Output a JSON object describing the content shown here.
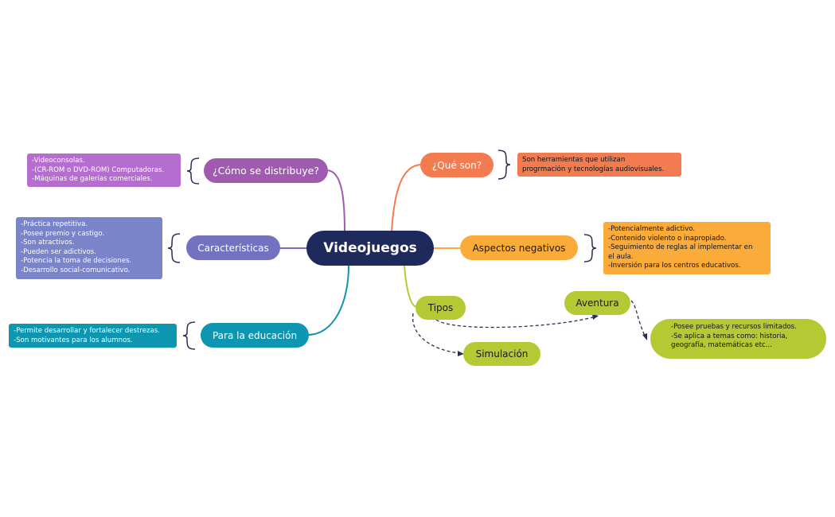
{
  "center": {
    "label": "Videojuegos"
  },
  "colors": {
    "center": "#1f2a5c",
    "purple": "#a05bb0",
    "purple_note": "#b56ecf",
    "indigo": "#7272c0",
    "indigo_note": "#7a84c8",
    "teal": "#0e96b0",
    "coral": "#f37b50",
    "orange": "#fbab3a",
    "lime": "#b5c934"
  },
  "left": {
    "distribuye": {
      "label": "¿Cómo se distribuye?",
      "note": [
        "-Videoconsolas.",
        "-(CR-ROM o DVD-ROM) Computadoras.",
        "-Máquinas de galerías comerciales."
      ]
    },
    "caracteristicas": {
      "label": "Características",
      "note": [
        "-Práctica repetitiva.",
        "-Posee premio y castigo.",
        "-Son atractivos.",
        "-Pueden ser adictivos.",
        "-Potencia la toma de decisiones.",
        "-Desarrollo social-comunicativo."
      ]
    },
    "educacion": {
      "label": "Para la educación",
      "note": [
        "-Permite desarrollar y fortalecer destrezas.",
        "-Son motivantes para los alumnos."
      ]
    }
  },
  "right": {
    "que_son": {
      "label": "¿Qué son?",
      "note": [
        "Son herramientas que utilizan",
        "progrmación y tecnologías audiovisuales."
      ]
    },
    "negativos": {
      "label": "Aspectos negativos",
      "note": [
        "-Potencialmente adictivo.",
        "-Contenido violento o inapropiado.",
        "-Seguimiento de reglas al implementar en",
        "el aula.",
        "-Inversión para los centros educativos."
      ]
    },
    "tipos": {
      "label": "Tipos",
      "aventura": {
        "label": "Aventura",
        "note": [
          "-Posee pruebas y recursos limitados.",
          "-Se aplica a temas como: historia,",
          "geografía, matemáticas etc..."
        ]
      },
      "simulacion": {
        "label": "Simulación"
      }
    }
  }
}
